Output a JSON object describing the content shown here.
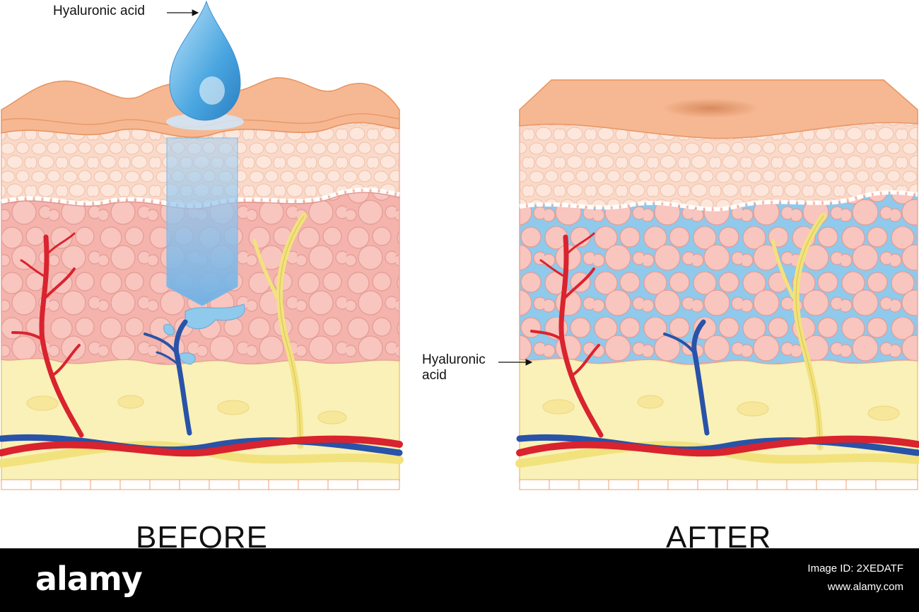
{
  "diagram": {
    "callouts": {
      "top": "Hyaluronic acid",
      "side": "Hyaluronic acid"
    },
    "panels": [
      {
        "name": "before",
        "label": "BEFORE"
      },
      {
        "name": "after",
        "label": "AFTER"
      }
    ]
  },
  "footer": {
    "brand": "alamy",
    "image_id": "Image ID: 2XEDATF",
    "url": "www.alamy.com"
  },
  "colors": {
    "epidermis": "#f6b892",
    "epidermis_light": "#fbd3b8",
    "dermis": "#f7c4bd",
    "cell_outline": "#e4a08f",
    "fat": "#f9f1b7",
    "hyaluronic_acid": "#8fc9ec",
    "artery": "#d9232e",
    "vein": "#2853a8",
    "nerve": "#f2e27d"
  }
}
